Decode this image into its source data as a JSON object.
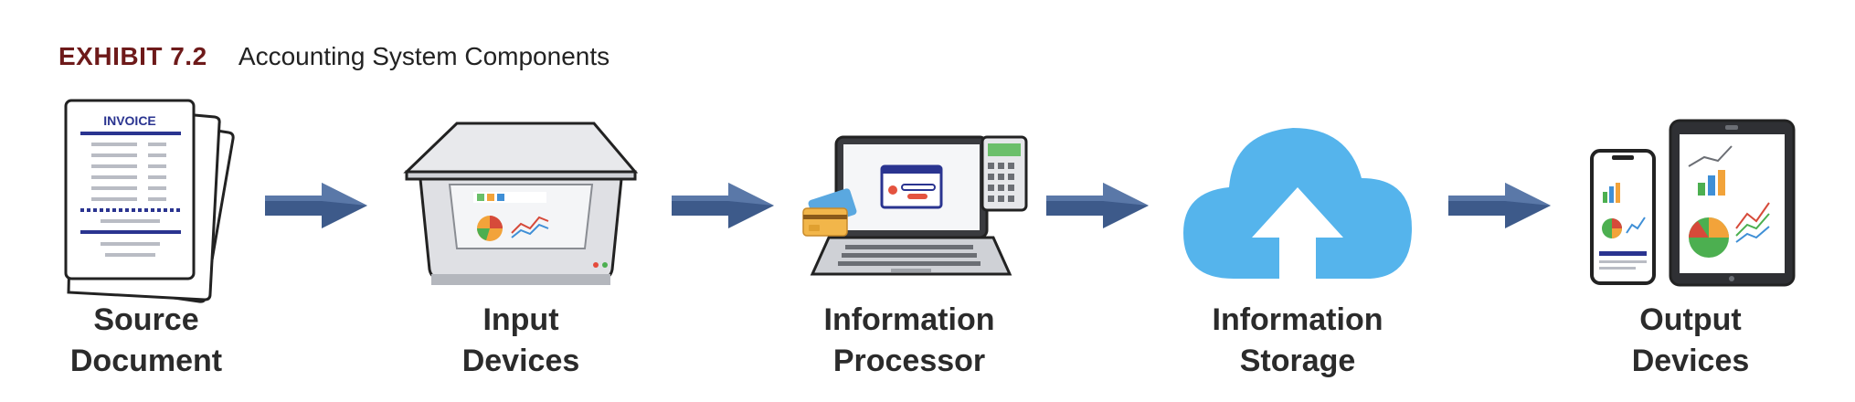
{
  "header": {
    "exhibit_label": "EXHIBIT 7.2",
    "title": "Accounting System Components"
  },
  "components": [
    {
      "line1": "Source",
      "line2": "Document",
      "icon": "invoice-icon",
      "icon_text": "INVOICE"
    },
    {
      "line1": "Input",
      "line2": "Devices",
      "icon": "scanner-icon"
    },
    {
      "line1": "Information",
      "line2": "Processor",
      "icon": "laptop-icon"
    },
    {
      "line1": "Information",
      "line2": "Storage",
      "icon": "cloud-upload-icon"
    },
    {
      "line1": "Output",
      "line2": "Devices",
      "icon": "phone-tablet-icon"
    }
  ],
  "colors": {
    "exhibit_label": "#6e1a1a",
    "arrow": "#3d5a8a",
    "cloud": "#55b4ec",
    "invoice_accent": "#2a3490"
  }
}
